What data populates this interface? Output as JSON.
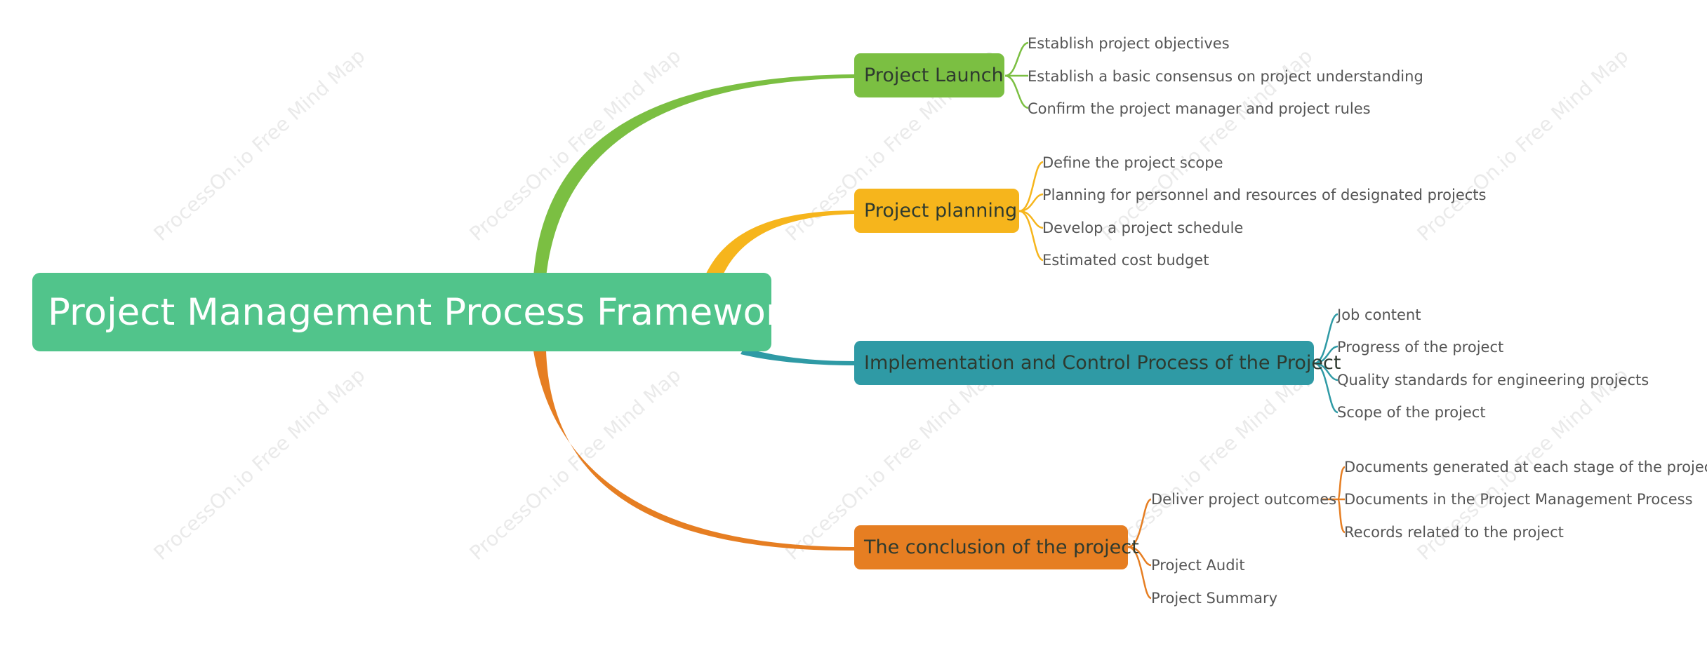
{
  "watermark": "ProcessOn.io Free Mind Map",
  "root": {
    "label": "Project Management Process Framework",
    "color": "#51c48b"
  },
  "branches": [
    {
      "label": "Project Launch",
      "color": "#7bbf42",
      "items": [
        "Establish project objectives",
        "Establish a basic consensus on project understanding",
        "Confirm the project manager and project rules"
      ]
    },
    {
      "label": "Project planning",
      "color": "#f6b51c",
      "items": [
        "Define the project scope",
        "Planning for personnel and resources of designated projects",
        "Develop a project schedule",
        "Estimated cost budget"
      ]
    },
    {
      "label": "Implementation and Control Process of the Project",
      "color": "#2f9aa5",
      "items": [
        "Job content",
        "Progress of the project",
        "Quality standards for engineering projects",
        "Scope of the project"
      ]
    },
    {
      "label": "The conclusion of the project",
      "color": "#e67e22",
      "items": [
        {
          "label": "Deliver project outcomes",
          "items": [
            "Documents generated at each stage of the project",
            "Documents in the Project Management Process",
            "Records related to the project"
          ]
        },
        "Project Audit",
        "Project Summary"
      ]
    }
  ]
}
